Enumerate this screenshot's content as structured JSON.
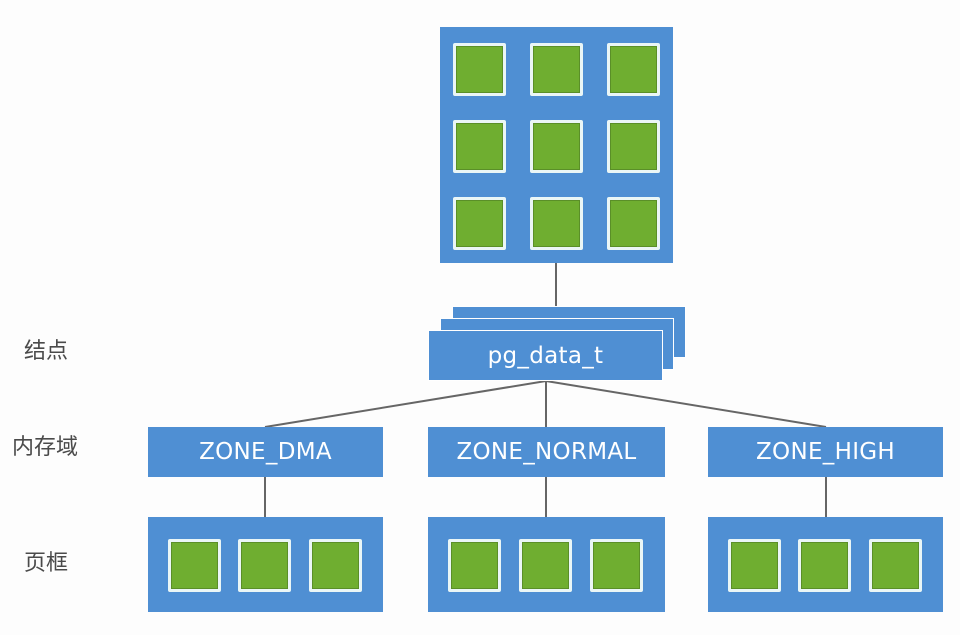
{
  "diagram": {
    "title": "Linux memory organization: node - zone - page frame",
    "row_labels": {
      "node": "结点",
      "zone": "内存域",
      "page": "页框"
    },
    "node": {
      "label": "pg_data_t",
      "stack_layers": 3
    },
    "memory_block": {
      "rows": 3,
      "cols": 3
    },
    "zones": [
      {
        "label": "ZONE_DMA",
        "page_frames": 3
      },
      {
        "label": "ZONE_NORMAL",
        "page_frames": 3
      },
      {
        "label": "ZONE_HIGH",
        "page_frames": 3
      }
    ],
    "colors": {
      "box_blue": "#4f8fd3",
      "cell_green": "#6fae30",
      "cell_border": "#eaf6f6",
      "line": "#666666",
      "label_text": "#4a4a4a"
    }
  }
}
